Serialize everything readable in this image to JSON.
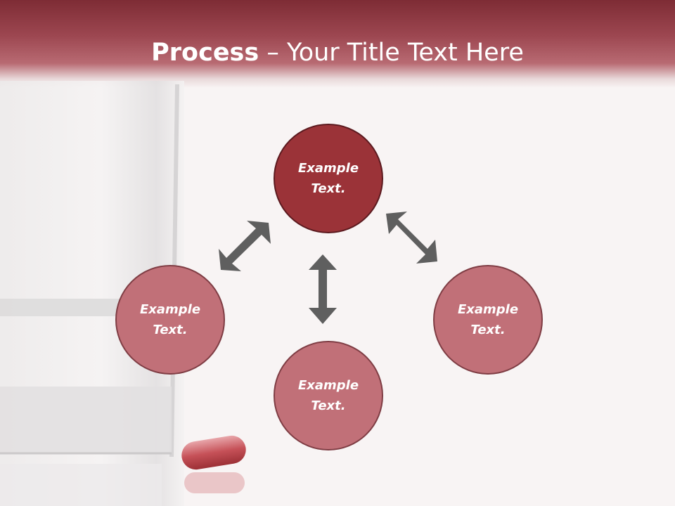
{
  "slide": {
    "title_bold": "Process",
    "title_rest": " – Your Title Text Here"
  },
  "diagram": {
    "nodes": [
      {
        "id": "top",
        "text": "Example Text.",
        "color": "#9b3338"
      },
      {
        "id": "left",
        "text": "Example Text.",
        "color": "#c17078"
      },
      {
        "id": "right",
        "text": "Example Text.",
        "color": "#c17078"
      },
      {
        "id": "bottom",
        "text": "Example Text.",
        "color": "#c17078"
      }
    ],
    "arrow_color": "#5f5f5f"
  }
}
